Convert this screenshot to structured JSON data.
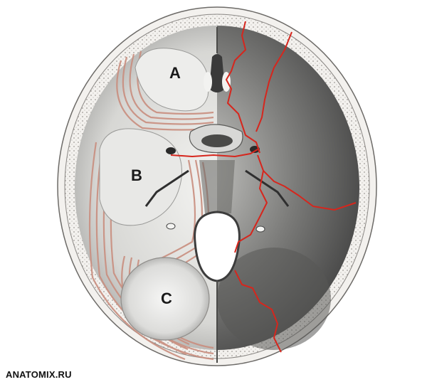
{
  "figure": {
    "labels": {
      "a": "A",
      "b": "B",
      "c": "C"
    },
    "colors": {
      "bone_shadow": "#3c3c3c",
      "bone_light": "#e9e9e7",
      "outer_table": "#f3f1ee",
      "fracture_line": "#d6261d",
      "stripe_region": "#c98e7f"
    }
  },
  "watermark": "ANATOMIX.RU"
}
